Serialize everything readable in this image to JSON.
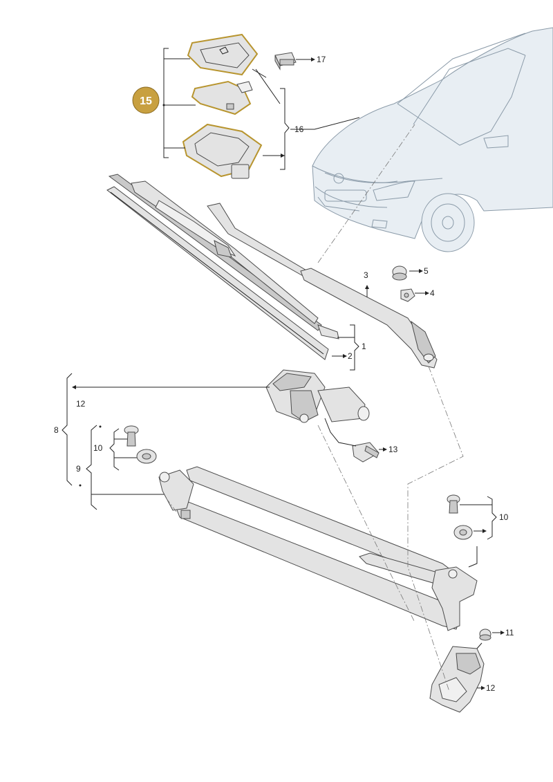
{
  "highlight": {
    "number": "15",
    "color": "#c8a040"
  },
  "labels": {
    "l17": "17",
    "l16": "16",
    "l5": "5",
    "l4": "4",
    "l3": "3",
    "l2": "2",
    "l1": "1",
    "l12a": "12",
    "l8": "8",
    "l10a": "10",
    "l9": "9",
    "l13": "13",
    "l10b": "10",
    "l11": "11",
    "l12b": "12"
  }
}
